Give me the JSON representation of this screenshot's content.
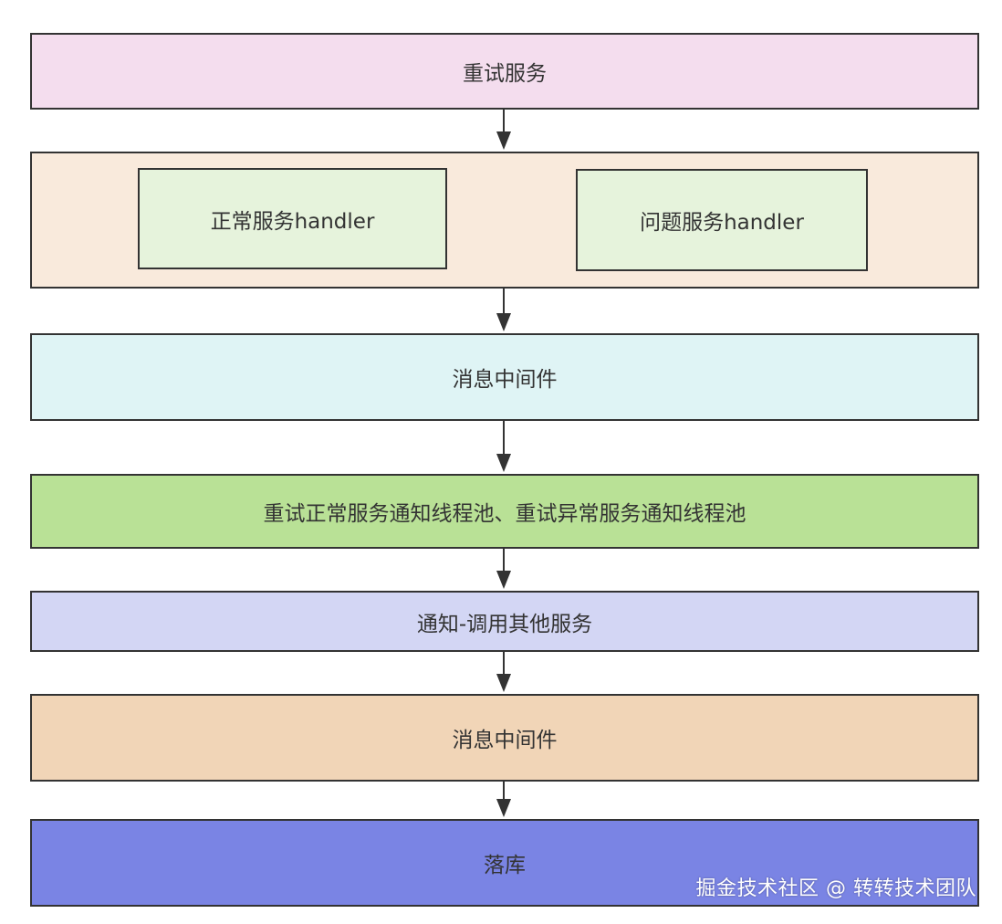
{
  "nodes": {
    "retry_service": "重试服务",
    "normal_handler": "正常服务handler",
    "problem_handler": "问题服务handler",
    "mq_1": "消息中间件",
    "thread_pools": "重试正常服务通知线程池、重试异常服务通知线程池",
    "notify_call": "通知-调用其他服务",
    "mq_2": "消息中间件",
    "persist": "落库"
  },
  "colors": {
    "retry_service": "#f4ddee",
    "handler_container": "#f9eadc",
    "handler": "#e6f3dc",
    "mq_1": "#dff4f5",
    "thread_pools": "#b9e196",
    "notify_call": "#d3d6f4",
    "mq_2": "#f1d5b7",
    "persist": "#7a84e4",
    "stroke": "#333333"
  },
  "watermark": "掘金技术社区 @ 转转技术团队"
}
